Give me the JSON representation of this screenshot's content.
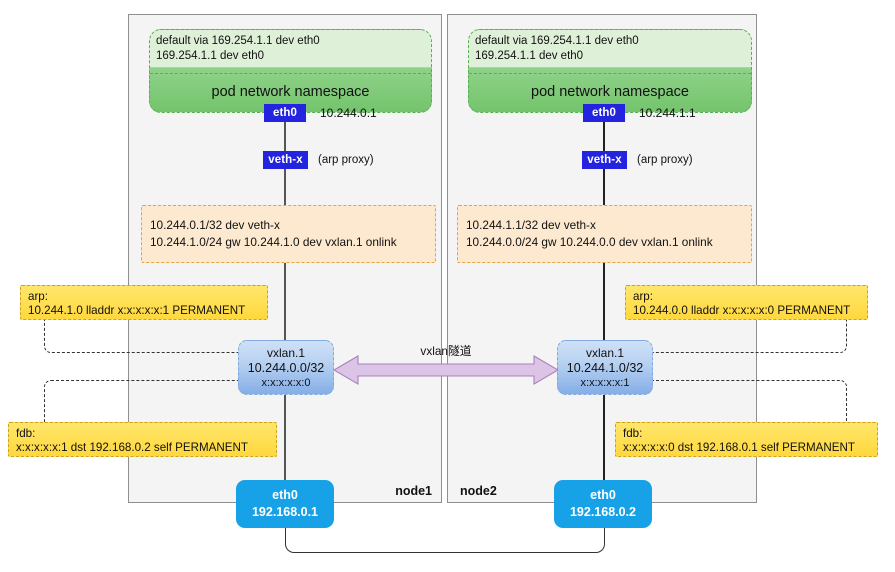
{
  "diagram": {
    "tunnel_label": "vxlan隧道",
    "arrow_color": "#d6b9e0",
    "node_box_fill": "#f4f4f4",
    "pod_fill_top": "#dff0d8",
    "pod_fill_bottom": "#74c46c",
    "iface_chip_color": "#2323e0",
    "route_box_color": "#fde9d0",
    "note_box_color": "#ffd83d",
    "vxlan_box_color": "#84aee6",
    "host_eth_color": "#17a2e8"
  },
  "node1": {
    "label": "node1",
    "pod": {
      "routes": [
        "default via 169.254.1.1 dev eth0",
        "169.254.1.1 dev eth0"
      ],
      "title": "pod network namespace"
    },
    "pod_eth0": {
      "name": "eth0",
      "ip": "10.244.0.1"
    },
    "veth": {
      "name": "veth-x",
      "note": "(arp proxy)"
    },
    "host_routes": [
      "10.244.0.1/32 dev veth-x",
      "10.244.1.0/24 gw 10.244.1.0 dev vxlan.1 onlink"
    ],
    "arp": {
      "title": "arp:",
      "entry": "10.244.1.0 lladdr x:x:x:x:x:1 PERMANENT"
    },
    "fdb": {
      "title": "fdb:",
      "entry": "x:x:x:x:x:1 dst 192.168.0.2 self PERMANENT"
    },
    "vxlan": {
      "name": "vxlan.1",
      "ip": "10.244.0.0/32",
      "mac": "x:x:x:x:x:0"
    },
    "host_eth0": {
      "name": "eth0",
      "ip": "192.168.0.1"
    }
  },
  "node2": {
    "label": "node2",
    "pod": {
      "routes": [
        "default via 169.254.1.1 dev eth0",
        "169.254.1.1 dev eth0"
      ],
      "title": "pod network namespace"
    },
    "pod_eth0": {
      "name": "eth0",
      "ip": "10.244.1.1"
    },
    "veth": {
      "name": "veth-x",
      "note": "(arp proxy)"
    },
    "host_routes": [
      "10.244.1.1/32 dev veth-x",
      "10.244.0.0/24 gw 10.244.0.0 dev vxlan.1 onlink"
    ],
    "arp": {
      "title": "arp:",
      "entry": "10.244.0.0 lladdr x:x:x:x:x:0 PERMANENT"
    },
    "fdb": {
      "title": "fdb:",
      "entry": "x:x:x:x:x:0 dst 192.168.0.1 self PERMANENT"
    },
    "vxlan": {
      "name": "vxlan.1",
      "ip": "10.244.1.0/32",
      "mac": "x:x:x:x:x:1"
    },
    "host_eth0": {
      "name": "eth0",
      "ip": "192.168.0.2"
    }
  }
}
